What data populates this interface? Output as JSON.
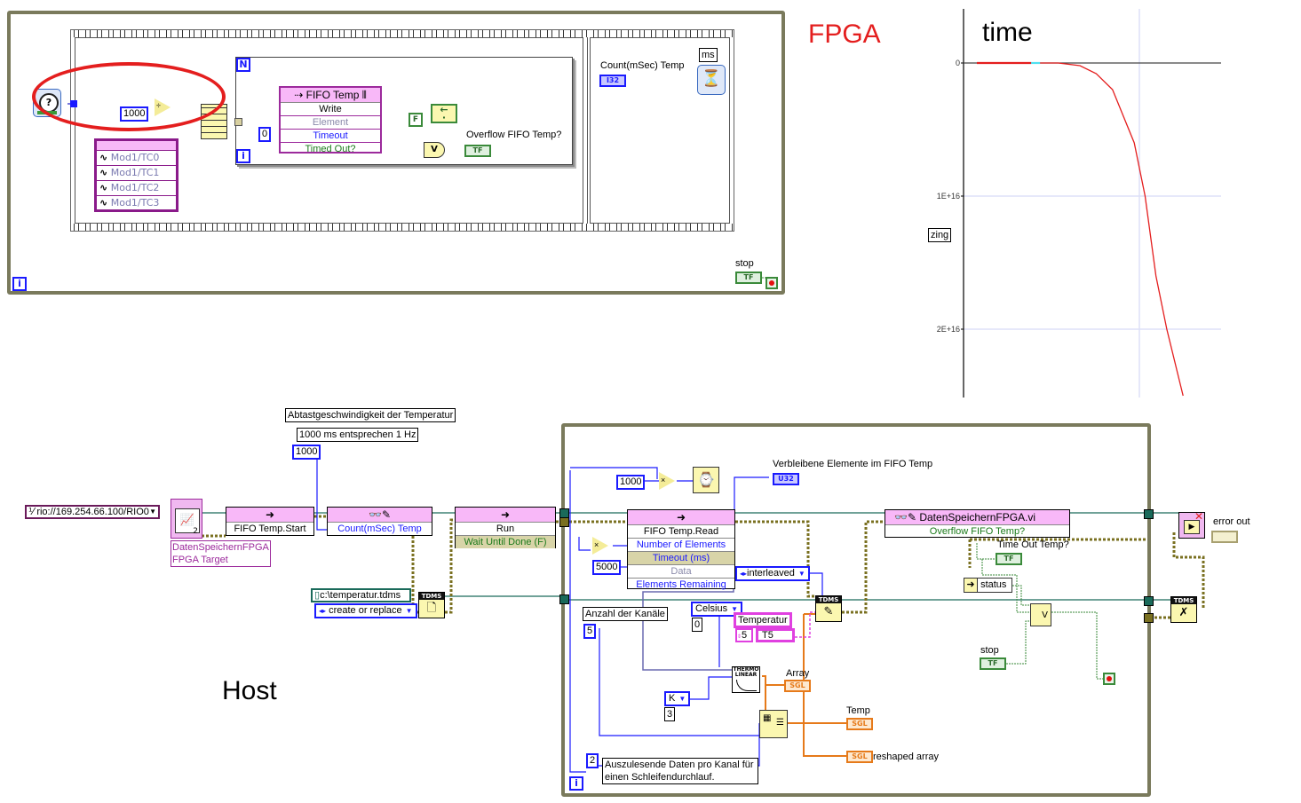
{
  "annotations": {
    "fpga_label": "FPGA",
    "fpga_label_color": "#e41e1e",
    "host_label": "Host",
    "chart_title": "time",
    "chart_button_partial": "zing"
  },
  "fpga": {
    "loop_iteration": "i",
    "tick_count_icon": "tick-count",
    "divisor_constant": "1000",
    "divide_op": "÷",
    "io_nodes": [
      "Mod1/TC0",
      "Mod1/TC1",
      "Mod1/TC2",
      "Mod1/TC3"
    ],
    "for_loop_count": "N",
    "for_loop_iteration": "i",
    "fifo_write": {
      "title": "FIFO Temp",
      "method": "Write",
      "rows": [
        "Element",
        "Timeout",
        "Timed Out?"
      ]
    },
    "timeout_constant": "0",
    "false_constant": "F",
    "or_op": "V",
    "overflow_indicator_label": "Overflow FIFO Temp?",
    "overflow_indicator_type": "TF",
    "frame2": {
      "count_label": "Count(mSec) Temp",
      "count_type": "I32",
      "wait_unit": "ms"
    },
    "stop_label": "stop",
    "stop_type": "TF"
  },
  "host": {
    "resource": "rio://169.254.66.100/RIO0",
    "open_ref": {
      "label_line1": "DatenSpeichernFPGA",
      "label_line2": "FPGA Target",
      "badge": "2"
    },
    "fifo_start": "FIFO Temp.Start",
    "comment_sampling": "Abtastgeschwindigkeit der Temperatur",
    "comment_hz": "1000 ms entsprechen 1 Hz",
    "count_constant": "1000",
    "property_node": {
      "row": "Count(mSec) Temp"
    },
    "run_method": {
      "title": "Run",
      "row": "Wait Until Done (F)"
    },
    "file_path": "c:\\temperatur.tdms",
    "file_operation": "create or replace",
    "tdms_open": "TDMS",
    "loop": {
      "wait_constant": "1000",
      "multiply_op": "×",
      "remaining_label": "Verbleibene Elemente im FIFO Temp",
      "remaining_type": "U32",
      "fifo_read": {
        "title": "FIFO Temp.Read",
        "rows": [
          "Number of Elements",
          "Timeout (ms)",
          "Data",
          "Elements Remaining"
        ]
      },
      "timeout_constant": "5000",
      "interleave_ring": "interleaved",
      "channels_label": "Anzahl der Kanäle",
      "channels_constant": "5",
      "units_ring": "Celsius",
      "units_value": "0",
      "group_label": "Temperatur",
      "group_index": "5",
      "group_value": "T5",
      "tdms_write": "TDMS",
      "thermo_icon": "THERMO LINEAR",
      "tc_type_ring": "K",
      "tc_type_value": "3",
      "array_label": "Array",
      "array_type": "SGL",
      "temp_label": "Temp",
      "temp_type": "SGL",
      "reshaped_label": "reshaped array",
      "reshaped_type": "SGL",
      "per_channel_constant": "2",
      "comment_per_channel_line1": "Auszulesende Daten pro Kanal für",
      "comment_per_channel_line2": "einen Schleifendurchlauf.",
      "property_node_vi": "DatenSpeichernFPGA.vi",
      "property_row": "Overflow FIFO Temp?",
      "timeout_indicator_label": "Time Out Temp?",
      "timeout_indicator_type": "TF",
      "unbundle_field": "status",
      "or_op": "V",
      "stop_label": "stop",
      "stop_type": "TF",
      "iteration": "i"
    },
    "error_out_label": "error out",
    "tdms_close": "TDMS"
  },
  "chart_data": {
    "type": "line",
    "title": "time",
    "xlabel": "",
    "ylabel": "",
    "ytick_labels": [
      "0",
      "1E+16",
      "2E+16"
    ],
    "grid": true,
    "series": [
      {
        "name": "time",
        "color": "#e41e1e",
        "x": [
          0,
          0.2,
          0.3,
          0.38,
          0.44,
          0.5,
          0.58,
          0.62,
          0.66,
          0.7,
          0.76
        ],
        "y": [
          0,
          0,
          0,
          -200000000000000.0,
          -800000000000000.0,
          -2000000000000000.0,
          -6000000000000000.0,
          -1e+16,
          -1.6e+16,
          -2e+16,
          -2.5e+16
        ]
      }
    ],
    "ylim": [
      -2.5e+16,
      3000000000000000.0
    ]
  }
}
